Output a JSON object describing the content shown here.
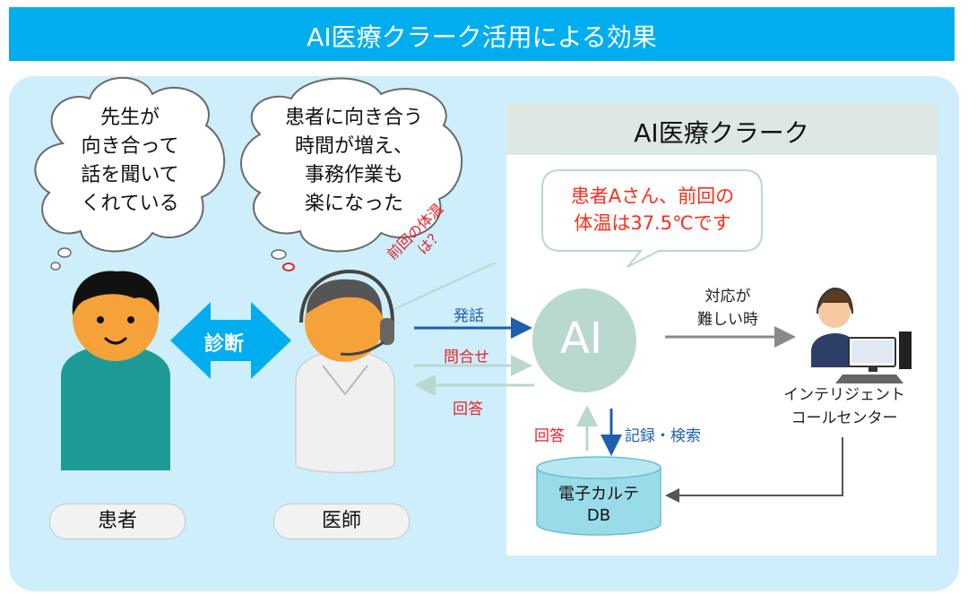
{
  "header": {
    "title": "AI医療クラーク活用による効果"
  },
  "ai_panel": {
    "title": "AI医療クラーク"
  },
  "thoughts": {
    "patient": [
      "先生が",
      "向き合って",
      "話を聞いて",
      "くれている"
    ],
    "doctor": [
      "患者に向き合う",
      "時間が増え、",
      "事務作業も",
      "楽になった"
    ]
  },
  "speech_ai": [
    "患者Aさん、前回の",
    "体温は37.5℃です"
  ],
  "diagonal_label": [
    "前回の体温",
    "は？"
  ],
  "diagnosis_label": "診断",
  "ai_label": "AI",
  "flow": {
    "speak": "発話",
    "inquiry": "問合せ",
    "answer_to_doctor": "回答",
    "answer_from_db": "回答",
    "record_search": "記録・検索",
    "hard_case": [
      "対応が",
      "難しい時"
    ]
  },
  "db_label": [
    "電子カルテ",
    "DB"
  ],
  "call_center_label": [
    "インテリジェント",
    "コールセンター"
  ],
  "people": {
    "patient": "患者",
    "doctor": "医師"
  },
  "colors": {
    "title_bar": "#00aeef",
    "panel_bg": "#cdeefa",
    "ai_circle": "#b9d8cf",
    "arrow_blue": "#1c5fb0",
    "arrow_gray": "#8a8a8a",
    "text_red": "#e8202a",
    "db_fill": "#99dbe8"
  }
}
